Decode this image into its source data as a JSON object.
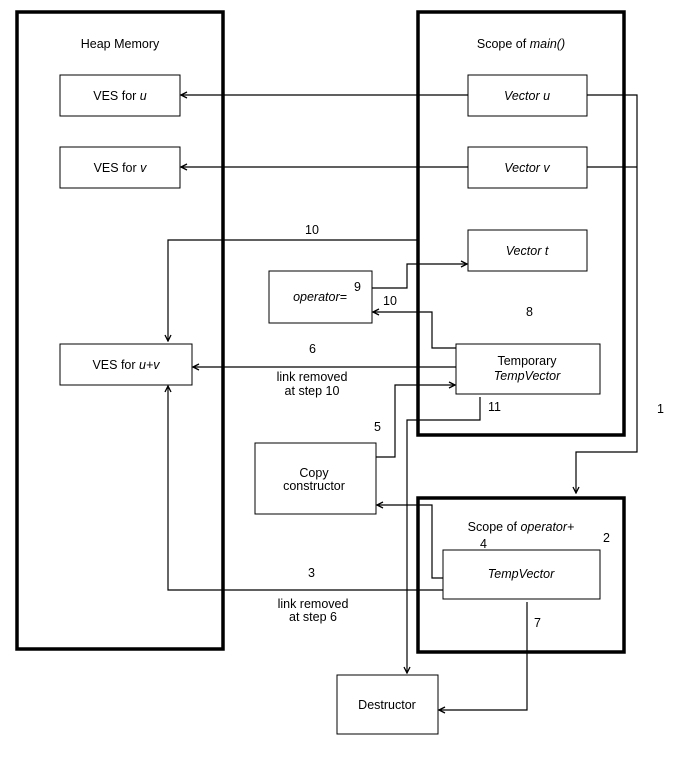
{
  "regions": {
    "heap": {
      "title": "Heap Memory"
    },
    "main_scope": {
      "title_prefix": "Scope of ",
      "title_italic": "main()"
    },
    "operator_plus_scope": {
      "title_prefix": "Scope of ",
      "title_italic": "operator+"
    }
  },
  "boxes": {
    "ves_u": {
      "prefix": "VES for ",
      "italic": "u"
    },
    "ves_v": {
      "prefix": "VES for ",
      "italic": "v"
    },
    "ves_uv": {
      "prefix": "VES for ",
      "italic": "u+v"
    },
    "vector_u": {
      "italic": "Vector u"
    },
    "vector_v": {
      "italic": "Vector v"
    },
    "vector_t": {
      "italic": "Vector t"
    },
    "operator_eq": {
      "italic": "operator="
    },
    "temporary": {
      "line1": "Temporary",
      "line2_italic": "TempVector"
    },
    "copy_ctor": {
      "line1": "Copy",
      "line2": "constructor"
    },
    "temp_vector": {
      "italic": "TempVector"
    },
    "destructor": {
      "label": "Destructor"
    }
  },
  "step_labels": {
    "s1": "1",
    "s2": "2",
    "s3": "3",
    "s4": "4",
    "s5": "5",
    "s6": "6",
    "s7": "7",
    "s8": "8",
    "s9": "9",
    "s10a": "10",
    "s10b": "10",
    "s11": "11"
  },
  "notes": {
    "removed_10_line1": "link removed",
    "removed_10_line2": "at step 10",
    "removed_6_line1": "link removed",
    "removed_6_line2": "at step 6"
  }
}
